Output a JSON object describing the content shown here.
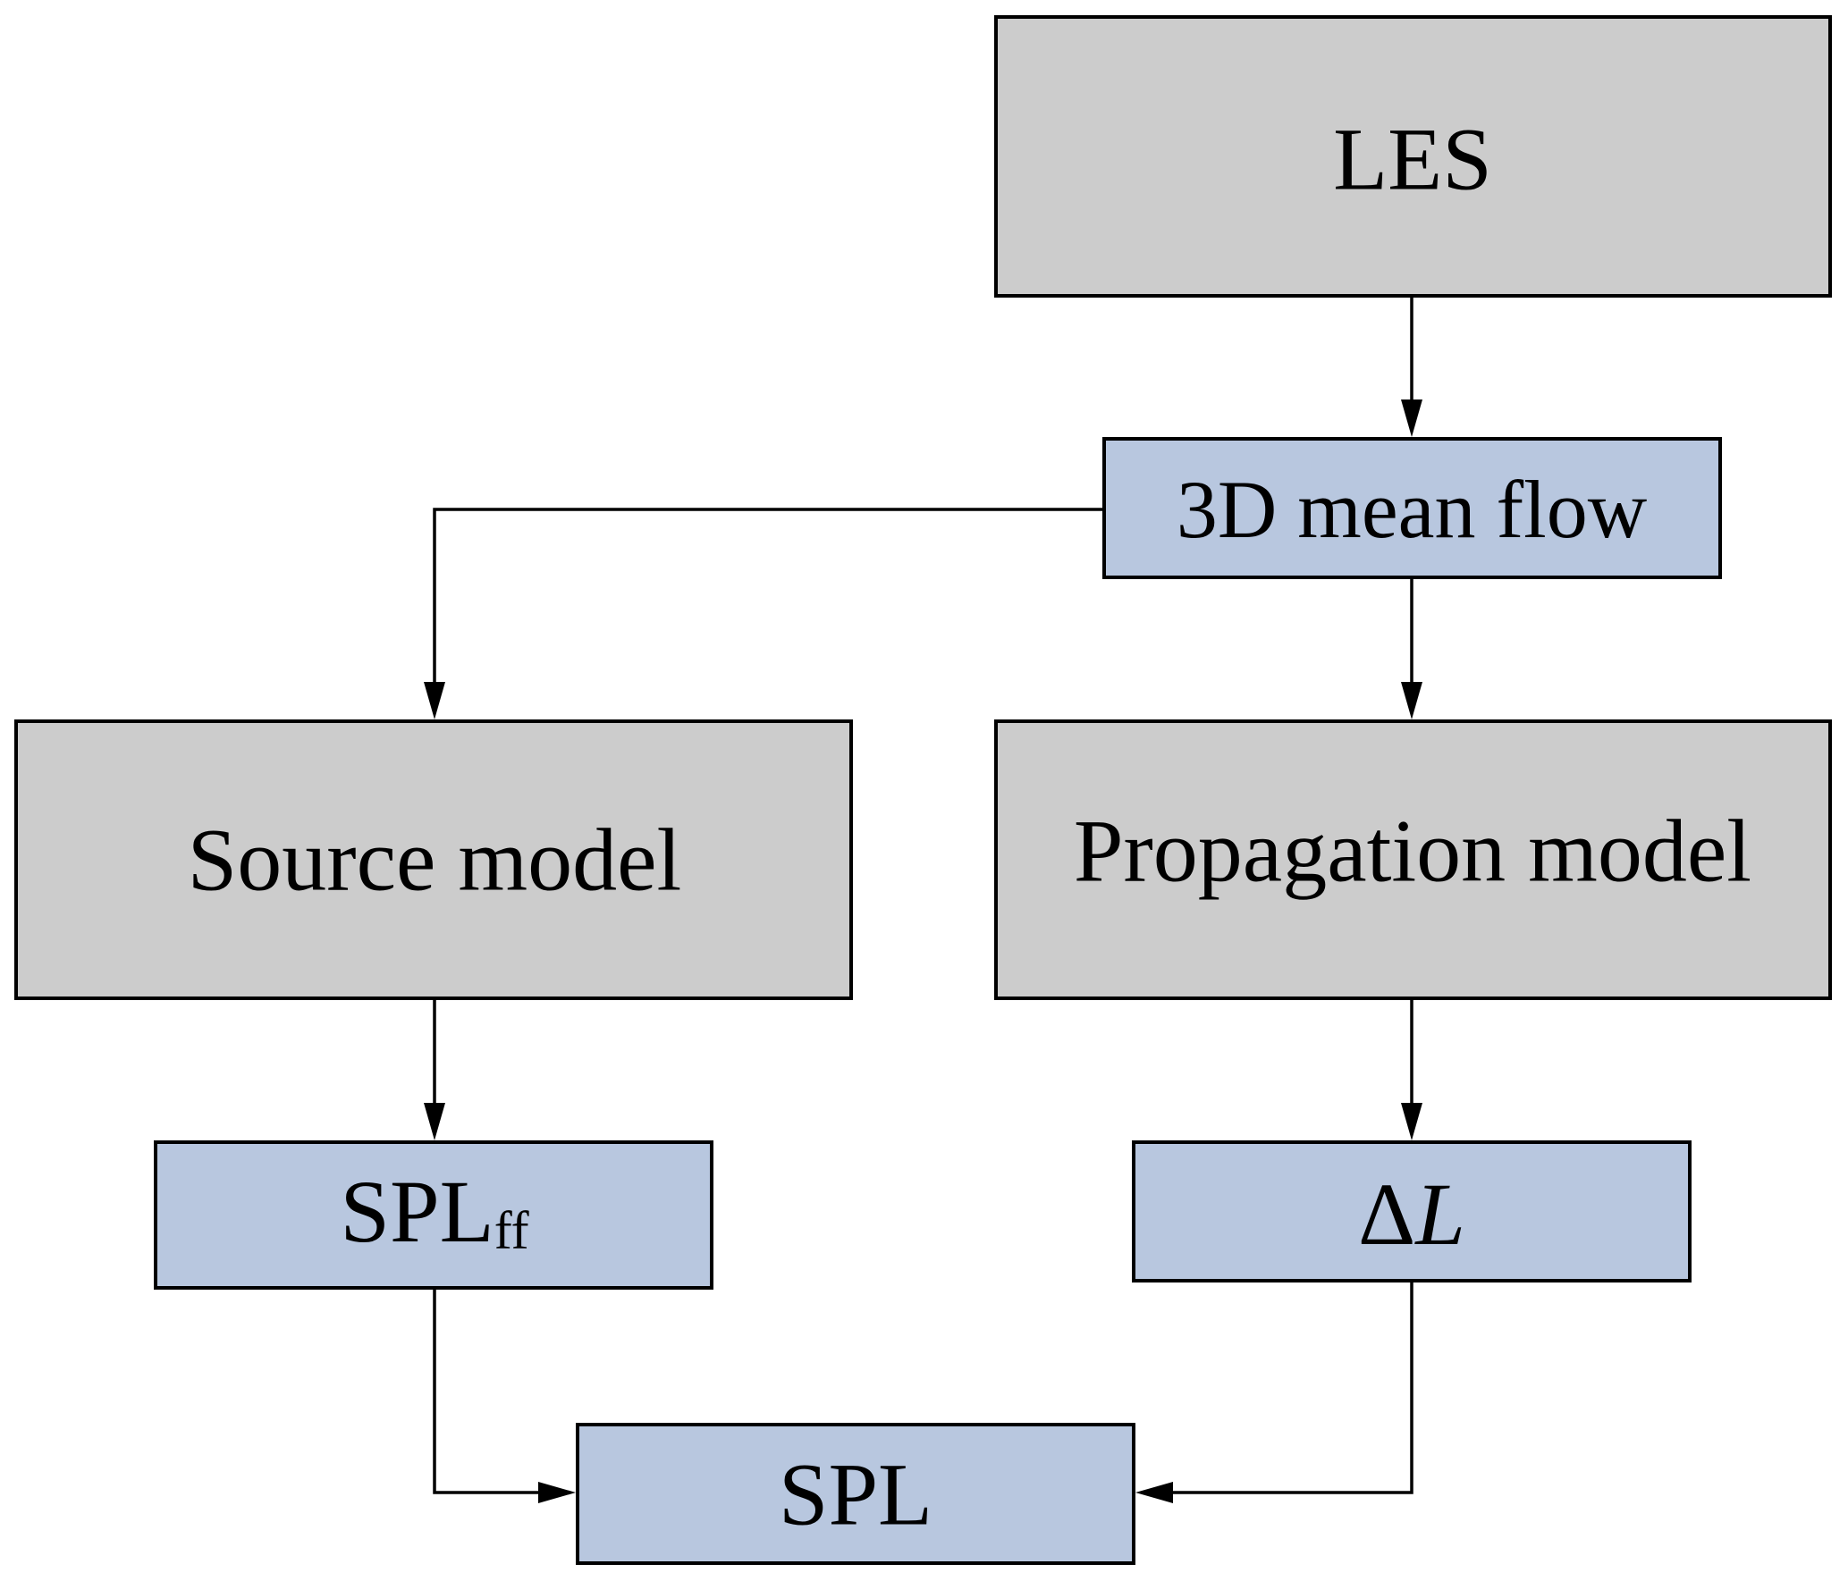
{
  "diagram": {
    "type": "flowchart",
    "nodes": [
      {
        "id": "les",
        "label": "LES",
        "style": "gray"
      },
      {
        "id": "mean_flow",
        "label": "3D mean flow",
        "style": "blue"
      },
      {
        "id": "source_model",
        "label": "Source model",
        "style": "gray"
      },
      {
        "id": "propagation_model",
        "label": "Propagation model",
        "style": "gray"
      },
      {
        "id": "spl_ff",
        "label": "SPL",
        "subscript": "ff",
        "style": "blue"
      },
      {
        "id": "delta_l",
        "label_delta": "Δ",
        "label_italic": "L",
        "style": "blue"
      },
      {
        "id": "spl",
        "label": "SPL",
        "style": "blue"
      }
    ],
    "edges": [
      {
        "from": "les",
        "to": "mean_flow"
      },
      {
        "from": "mean_flow",
        "to": "source_model"
      },
      {
        "from": "mean_flow",
        "to": "propagation_model"
      },
      {
        "from": "source_model",
        "to": "spl_ff"
      },
      {
        "from": "propagation_model",
        "to": "delta_l"
      },
      {
        "from": "spl_ff",
        "to": "spl"
      },
      {
        "from": "delta_l",
        "to": "spl"
      }
    ],
    "colors": {
      "gray_box": "#cccccc",
      "blue_box": "#b8c7df",
      "stroke": "#000000"
    }
  }
}
